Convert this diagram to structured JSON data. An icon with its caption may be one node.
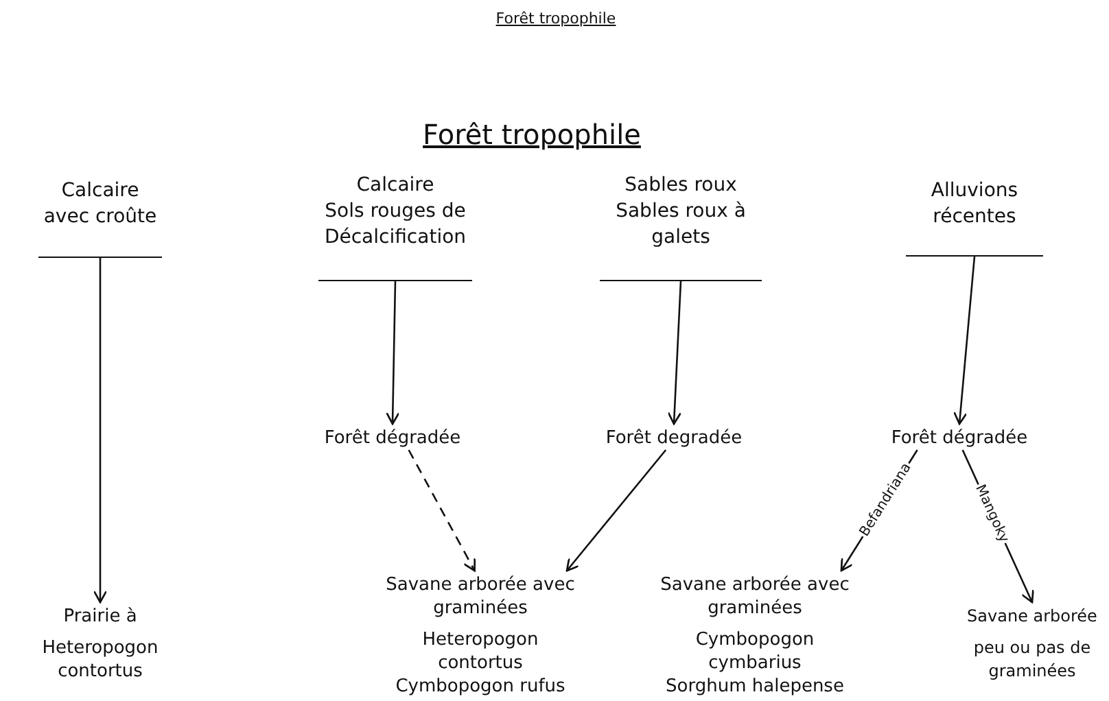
{
  "diagram": {
    "title": "Forêt tropophile",
    "nodes": [
      {
        "text": [
          "Calcaire avec croûte"
        ]
      },
      {
        "text": [
          "Calcaire",
          "Sols rouges de Décalcification"
        ]
      },
      {
        "text": [
          "Sables roux",
          "Sables roux à galets"
        ]
      },
      {
        "text": [
          "Alluvions récentes"
        ]
      },
      {
        "text": [
          "Forêt dégradée"
        ]
      },
      {
        "text": [
          "Forêt degradée"
        ]
      },
      {
        "text": [
          "Forêt dégradée"
        ]
      },
      {
        "text": [
          "Prairie à",
          "Heteropogon contortus"
        ]
      },
      {
        "text": [
          "Savane arborée avec graminées",
          "Heteropogon contortus",
          "Cymbopogon rufus"
        ]
      },
      {
        "text": [
          "Savane arborée avec graminées",
          "Cymbopogon cymbarius",
          "Sorghum halepense"
        ]
      },
      {
        "text": [
          "Savane arborée",
          "peu ou pas de graminées"
        ]
      }
    ],
    "edges": [
      {
        "from": 0,
        "to": 7,
        "arrow": "to"
      },
      {
        "from": 1,
        "to": 4,
        "arrow": "to"
      },
      {
        "from": 2,
        "to": 5,
        "arrow": "to"
      },
      {
        "from": 3,
        "to": 6,
        "arrow": "to"
      },
      {
        "from": 4,
        "to": 8,
        "arrow": "to",
        "style": "dashed"
      },
      {
        "from": 5,
        "to": 8,
        "arrow": "to"
      },
      {
        "from": 6,
        "to": 9,
        "arrow": "to",
        "label": "Befandriana"
      },
      {
        "from": 6,
        "to": 10,
        "arrow": "to",
        "label": "Mangoky"
      }
    ],
    "labels": [
      "Forêt tropophile"
    ]
  }
}
